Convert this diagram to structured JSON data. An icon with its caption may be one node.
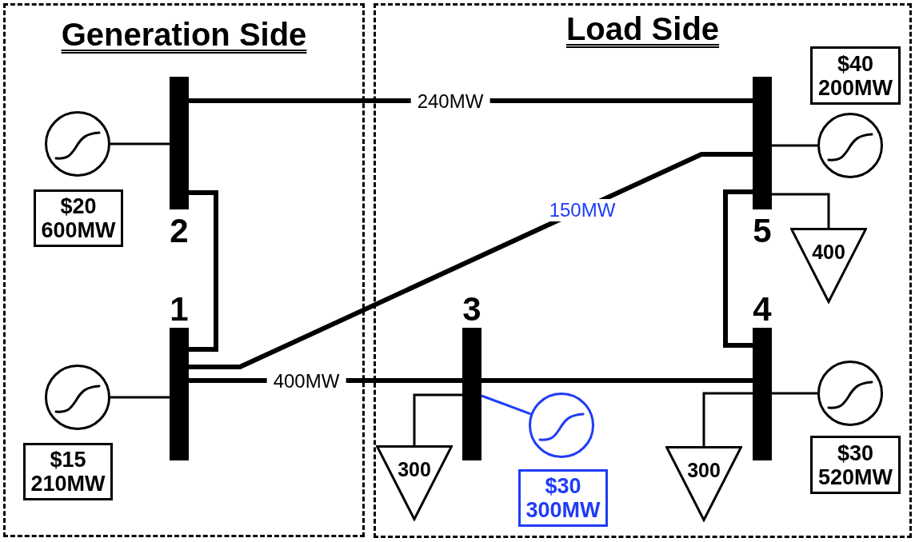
{
  "diagram": {
    "nodes": [
      {
        "text": [
          "Generation Side"
        ]
      },
      {
        "text": [
          "Load Side"
        ]
      },
      {
        "text": [
          "2"
        ],
        "in": 0
      },
      {
        "text": [],
        "shape": "circle",
        "in": 0
      },
      {
        "text": [
          "$20",
          "600MW"
        ],
        "in": 0
      },
      {
        "text": [
          "1"
        ],
        "in": 0
      },
      {
        "text": [],
        "shape": "circle",
        "in": 0
      },
      {
        "text": [
          "$15",
          "210MW"
        ],
        "in": 0
      },
      {
        "text": [
          "$40",
          "200MW"
        ],
        "in": 1
      },
      {
        "text": [
          "5"
        ],
        "in": 1
      },
      {
        "text": [],
        "shape": "circle",
        "in": 1
      },
      {
        "text": [
          "400"
        ],
        "in": 1
      },
      {
        "text": [
          "3"
        ],
        "in": 1
      },
      {
        "text": [
          "4"
        ],
        "in": 1
      },
      {
        "text": [
          "300"
        ],
        "in": 1
      },
      {
        "text": [],
        "shape": "circle",
        "in": 1
      },
      {
        "text": [
          "$30",
          "300MW"
        ],
        "in": 1
      },
      {
        "text": [
          "300"
        ],
        "in": 1
      },
      {
        "text": [],
        "shape": "circle",
        "in": 1
      },
      {
        "text": [
          "$30",
          "520MW"
        ],
        "in": 1
      }
    ],
    "edges": [
      {
        "from": 5,
        "to": 2,
        "arrow": "none",
        "style": "thick"
      },
      {
        "from": 2,
        "to": 9,
        "arrow": "none",
        "style": "thick",
        "label": "240MW"
      },
      {
        "from": 5,
        "to": 9,
        "arrow": "none",
        "style": "thick",
        "label": "150MW"
      },
      {
        "from": 5,
        "to": 12,
        "arrow": "none",
        "style": "thick",
        "label": "400MW"
      },
      {
        "from": 12,
        "to": 13,
        "arrow": "none",
        "style": "thick"
      },
      {
        "from": 9,
        "to": 13,
        "arrow": "none",
        "style": "thick"
      },
      {
        "from": 3,
        "to": 2,
        "arrow": "none"
      },
      {
        "from": 6,
        "to": 5,
        "arrow": "none"
      },
      {
        "from": 9,
        "to": 10,
        "arrow": "none"
      },
      {
        "from": 9,
        "to": 11,
        "arrow": "none"
      },
      {
        "from": 12,
        "to": 14,
        "arrow": "none"
      },
      {
        "from": 12,
        "to": 15,
        "arrow": "none",
        "color": "#1f3cf5"
      },
      {
        "from": 13,
        "to": 17,
        "arrow": "none"
      },
      {
        "from": 13,
        "to": 18,
        "arrow": "none"
      }
    ]
  }
}
